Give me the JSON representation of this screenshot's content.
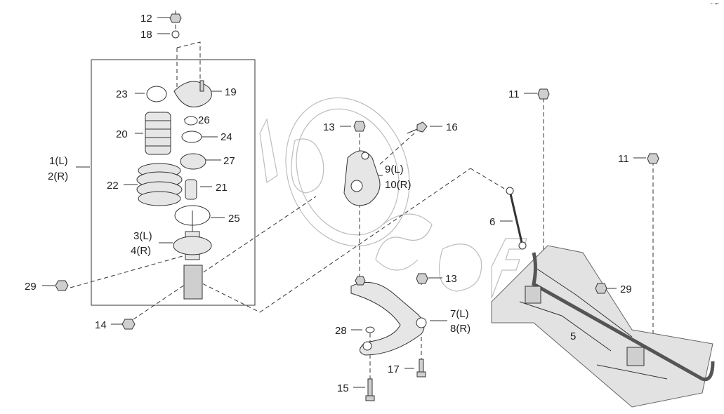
{
  "corner_mark": "ᵒ⁻ ▪▪▪",
  "labels": {
    "p12": "12",
    "p18": "18",
    "p23": "23",
    "p19": "19",
    "p26": "26",
    "p20": "20",
    "p24": "24",
    "p27": "27",
    "p1": "1(L)",
    "p2": "2(R)",
    "p22": "22",
    "p21": "21",
    "p25": "25",
    "p3": "3(L)",
    "p4": "4(R)",
    "p29a": "29",
    "p14": "14",
    "p13a": "13",
    "p16": "16",
    "p9": "9(L)",
    "p10": "10(R)",
    "p13b": "13",
    "p28": "28",
    "p7": "7(L)",
    "p8": "8(R)",
    "p17": "17",
    "p15": "15",
    "p6": "6",
    "p11a": "11",
    "p11b": "11",
    "p29b": "29",
    "p5": "5"
  },
  "watermark": "AutoSoft"
}
